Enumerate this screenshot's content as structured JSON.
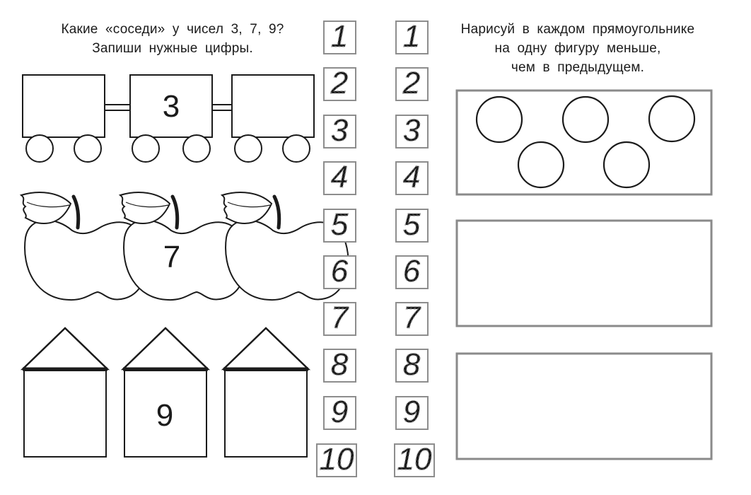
{
  "left_task": {
    "lines": [
      "Какие «соседи» у чисел 3, 7, 9?",
      "Запиши нужные цифры."
    ]
  },
  "right_task": {
    "lines": [
      "Нарисуй в каждом прямоугольнике",
      "на одну фигуру меньше,",
      "чем в предыдущем."
    ]
  },
  "train": {
    "number": "3"
  },
  "apples": {
    "number": "7"
  },
  "houses": {
    "number": "9"
  },
  "tracing_digits": [
    "1",
    "2",
    "3",
    "4",
    "5",
    "6",
    "7",
    "8",
    "9",
    "10"
  ],
  "shapes_box": {
    "circle_count": 5
  }
}
